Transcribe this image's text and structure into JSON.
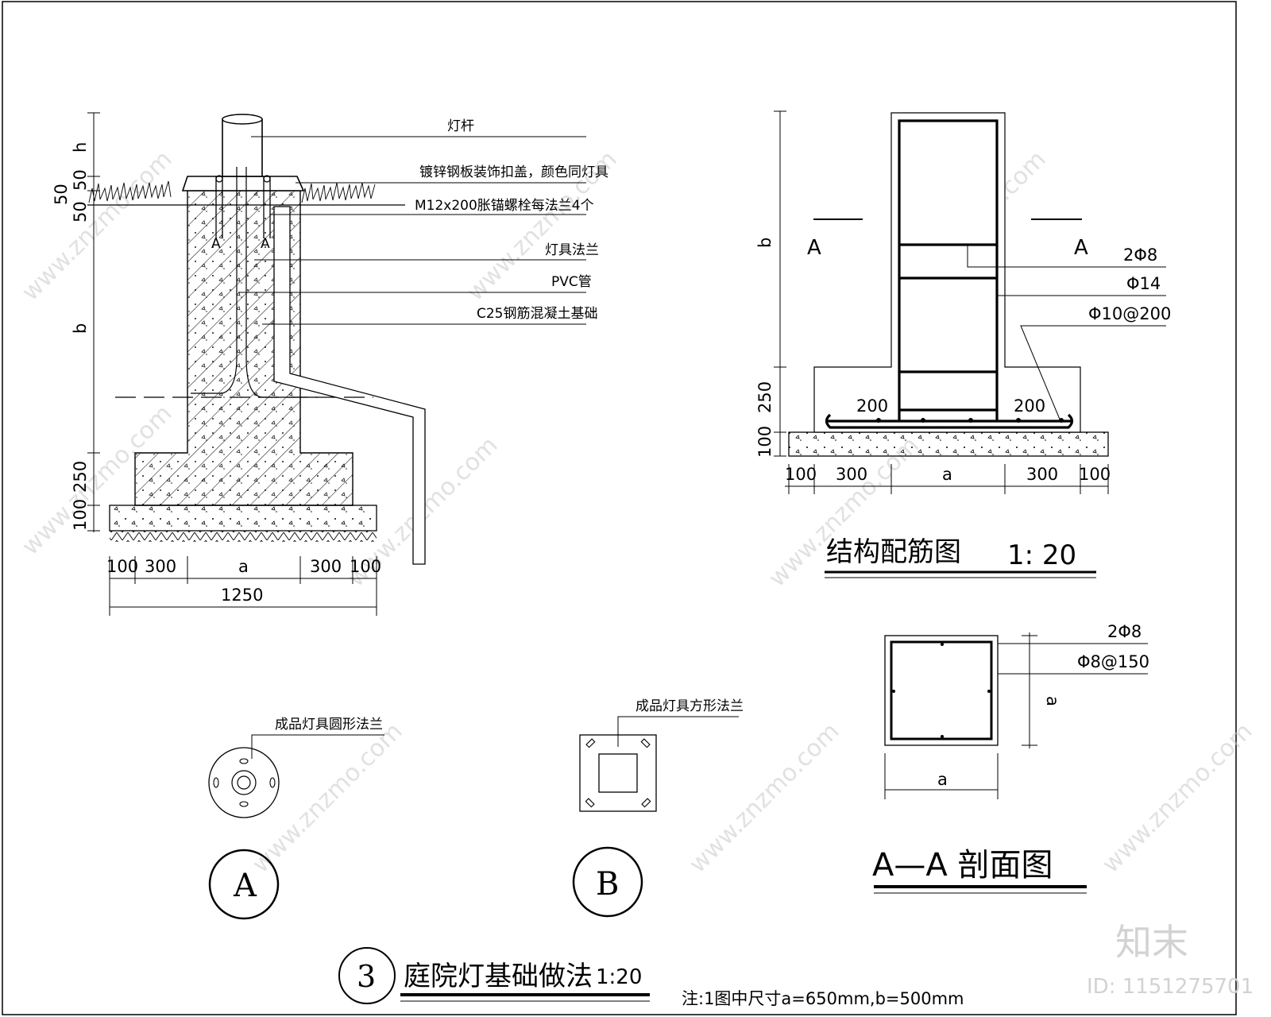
{
  "elevation": {
    "labels": {
      "pole": "灯杆",
      "cover": "镀锌钢板装饰扣盖，颜色同灯具",
      "bolt": "M12x200胀锚螺栓每法兰4个",
      "flange": "灯具法兰",
      "pvc": "PVC管",
      "concrete": "C25钢筋混凝土基础"
    },
    "vertical_dims": [
      "h",
      "50",
      "50",
      "50",
      "b",
      "250",
      "100"
    ],
    "bottom_dims": [
      "100",
      "300",
      "a",
      "300",
      "100"
    ],
    "total_dim": "1250",
    "anchor_marks": [
      "A",
      "A"
    ]
  },
  "rebar": {
    "title": "结构配筋图",
    "scale": "1: 20",
    "section_marks": [
      "A",
      "A"
    ],
    "vertical_dims": [
      "b",
      "250",
      "100"
    ],
    "inner_dims": [
      "200",
      "200"
    ],
    "bottom_dims": [
      "100",
      "300",
      "a",
      "300",
      "100"
    ],
    "labels": [
      "2Φ8",
      "Φ14",
      "Φ10@200"
    ]
  },
  "section": {
    "labels": [
      "2Φ8",
      "Φ8@150"
    ],
    "dim_side": "a",
    "dim_bottom": "a",
    "title": "A—A 剖面图"
  },
  "flange_round": {
    "label": "成品灯具圆形法兰",
    "marker": "A"
  },
  "flange_square": {
    "label": "成品灯具方形法兰",
    "marker": "B"
  },
  "main_title": {
    "number": "3",
    "text": "庭院灯基础做法",
    "scale": "1:20"
  },
  "note": "注:1图中尺寸a=650mm,b=500mm",
  "brand": {
    "logo": "知末",
    "id": "ID: 1151275701"
  },
  "watermark": "www.znzmo.com"
}
